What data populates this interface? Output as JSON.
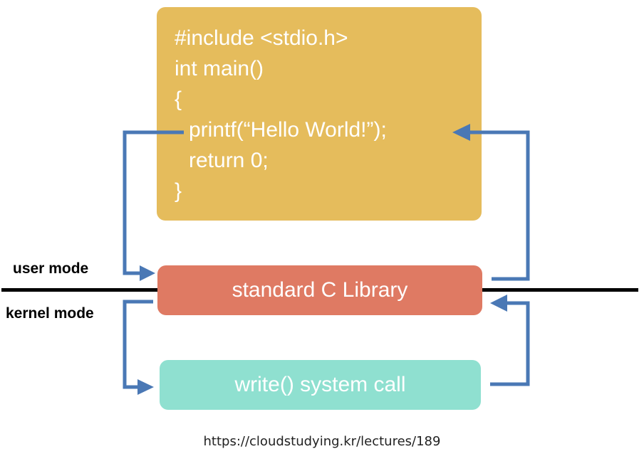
{
  "code": {
    "lines": [
      "#include <stdio.h>",
      "int main()",
      "{",
      "printf(“Hello World!”);",
      "return 0;",
      "}"
    ]
  },
  "library_label": "standard C Library",
  "syscall_label": "write() system call",
  "modes": {
    "user": "user mode",
    "kernel": "kernel mode"
  },
  "source_url": "https://cloudstudying.kr/lectures/189",
  "colors": {
    "code_box": "#e5bc5c",
    "library_box": "#df7a63",
    "syscall_box": "#8fe0d0",
    "arrow": "#4a78b5",
    "divider": "#000000"
  }
}
